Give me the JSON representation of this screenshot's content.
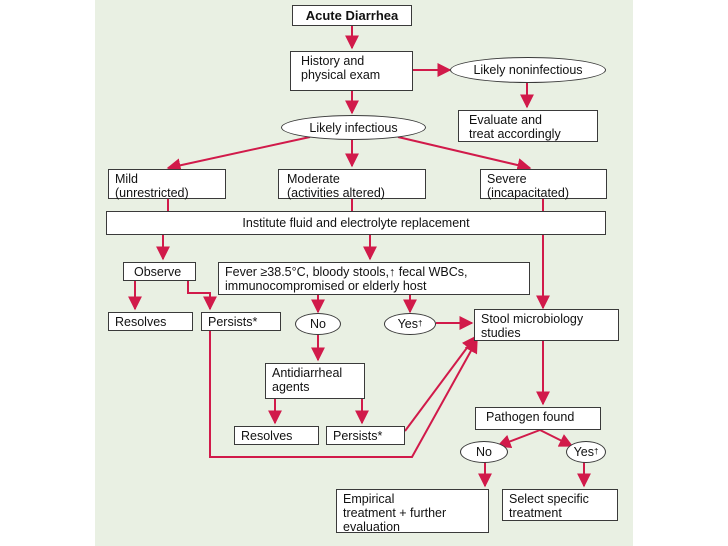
{
  "colors": {
    "panel": "#e9f0e3",
    "arrow": "#d11a4a",
    "box_border": "#3a3a3a"
  },
  "nodes": {
    "acute_diarrhea": "Acute Diarrhea",
    "history": "History and\nphysical exam",
    "likely_noninfectious": "Likely noninfectious",
    "evaluate_treat": "Evaluate and\ntreat accordingly",
    "likely_infectious": "Likely infectious",
    "mild": "Mild\n(unrestricted)",
    "moderate": "Moderate\n(activities altered)",
    "severe": "Severe\n(incapacitated)",
    "fluid": "Institute fluid and electrolyte replacement",
    "observe": "Observe",
    "fever_criteria": "Fever ≥38.5°C, bloody stools,↑ fecal WBCs,\nimmunocompromised or elderly host",
    "resolves_1": "Resolves",
    "persists_1": "Persists*",
    "no_1": "No",
    "yes_1": "Yes",
    "yes_1_mark": "†",
    "stool_studies": "Stool microbiology\nstudies",
    "antidiarrheal": "Antidiarrheal\nagents",
    "resolves_2": "Resolves",
    "persists_2": "Persists*",
    "pathogen_found": "Pathogen found",
    "no_2": "No",
    "yes_2": "Yes",
    "yes_2_mark": "†",
    "empirical": "Empirical\ntreatment + further\nevaluation",
    "select_specific": "Select specific\ntreatment"
  }
}
